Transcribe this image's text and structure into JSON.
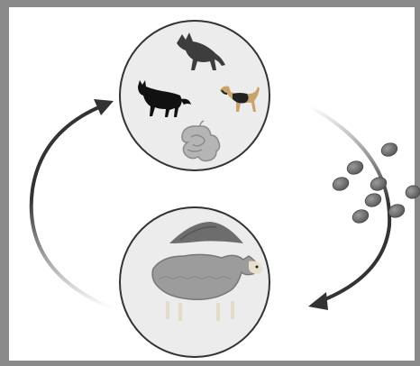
{
  "diagram": {
    "type": "life-cycle",
    "nodes": [
      {
        "id": "definitive-hosts",
        "icons": [
          "wolf-icon",
          "cat-icon",
          "dog-icon",
          "intestine-icon"
        ]
      },
      {
        "id": "intermediate-host",
        "icons": [
          "sheep-icon",
          "liver-icon"
        ]
      }
    ],
    "edges": [
      {
        "from": "definitive-hosts",
        "to": "intermediate-host",
        "via": "eggs-cluster"
      },
      {
        "from": "intermediate-host",
        "to": "definitive-hosts"
      }
    ],
    "egg_count": 8,
    "colors": {
      "background_frame": "#8a8a8a",
      "panel": "#ffffff",
      "circle_fill": "#ececec",
      "circle_stroke": "#333333",
      "arrow": "#333333",
      "egg": "#6e6e6e"
    }
  }
}
